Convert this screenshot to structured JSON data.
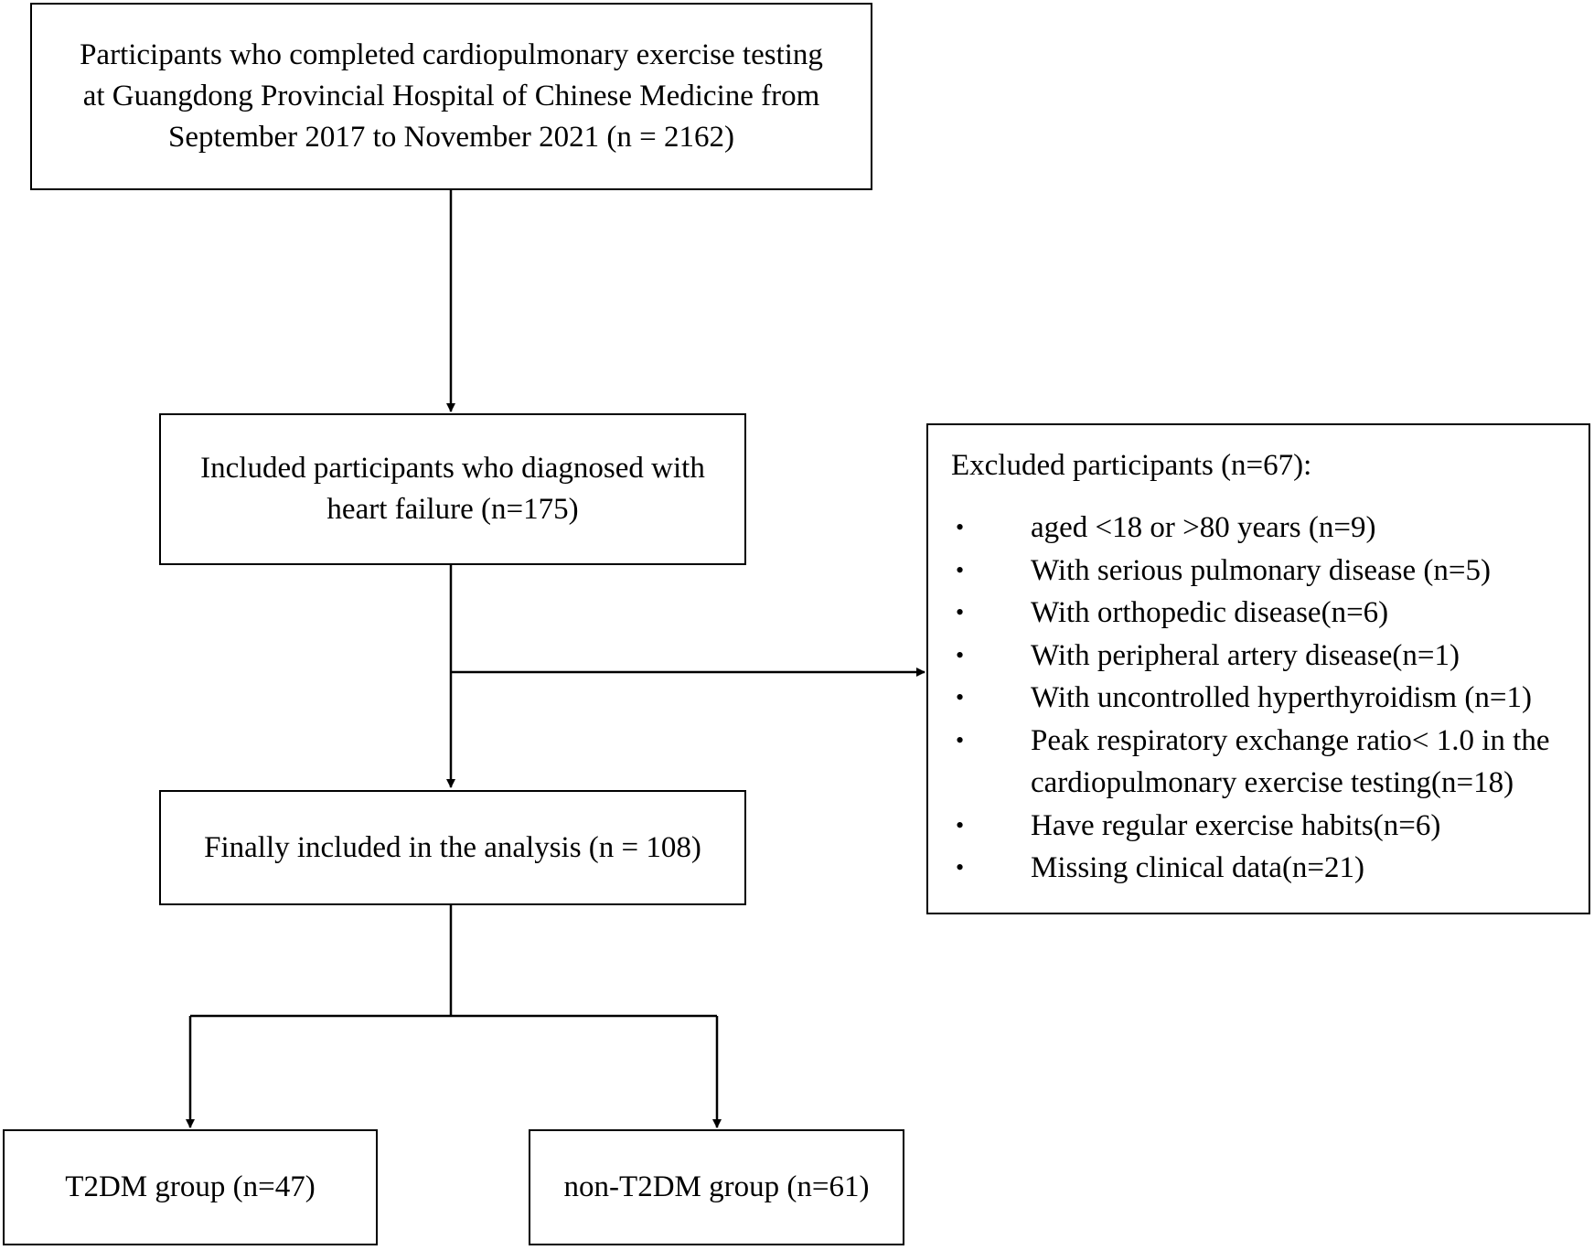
{
  "boxes": {
    "source": "Participants who completed cardiopulmonary exercise testing at Guangdong Provincial Hospital of Chinese Medicine from September 2017 to November 2021 (n = 2162)",
    "included": "Included participants who diagnosed with heart failure (n=175)",
    "final": "Finally included in the analysis (n = 108)",
    "t2dm": "T2DM group (n=47)",
    "non_t2dm": "non-T2DM group (n=61)"
  },
  "excluded": {
    "title": "Excluded participants (n=67):",
    "bullet": "•",
    "items": [
      "aged <18 or >80 years (n=9)",
      "With serious pulmonary disease (n=5)",
      "With orthopedic disease(n=6)",
      "With peripheral artery disease(n=1)",
      "With uncontrolled hyperthyroidism (n=1)",
      "Peak respiratory exchange ratio< 1.0 in the cardiopulmonary exercise testing(n=18)",
      "Have regular exercise habits(n=6)",
      "Missing clinical data(n=21)"
    ]
  },
  "colors": {
    "line": "#000000",
    "background": "#ffffff"
  }
}
